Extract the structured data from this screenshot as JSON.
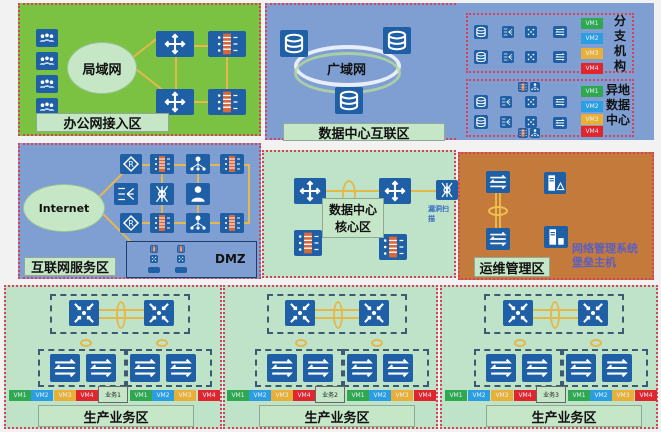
{
  "diagram": {
    "type": "network-architecture",
    "zones": {
      "office": {
        "label": "办公网接入区",
        "cloud": "局域网",
        "color": "#7cc242"
      },
      "dci": {
        "label": "数据中心互联区",
        "cloud": "广域网",
        "color": "#7f9fd3"
      },
      "branch": {
        "label": "分支机构",
        "vms": [
          "VM1",
          "VM2",
          "VM3",
          "VM4"
        ]
      },
      "remote_dc": {
        "label": "异地数据中心",
        "vms": [
          "VM1",
          "VM2",
          "VM3",
          "VM4"
        ]
      },
      "internet": {
        "label": "互联网服务区",
        "cloud": "Internet",
        "dmz": "DMZ",
        "color": "#7f9fd3"
      },
      "core": {
        "label_line1": "数据中心",
        "label_line2": "核心区",
        "scanner_label": "漏洞扫描",
        "color": "#bfe3c9"
      },
      "ops": {
        "label": "运维管理区",
        "nms_line1": "网络管理系统",
        "nms_line2": "堡垒主机",
        "color": "#c47a3b"
      }
    },
    "production": [
      {
        "label": "生产业务区",
        "business": "业务1",
        "vms_left": [
          "VM1",
          "VM2",
          "VM3",
          "VM4"
        ],
        "vms_right": [
          "VM1",
          "VM2",
          "VM3",
          "VM4"
        ]
      },
      {
        "label": "生产业务区",
        "business": "业务2",
        "vms_left": [
          "VM1",
          "VM2",
          "VM3",
          "VM4"
        ],
        "vms_right": [
          "VM1",
          "VM2",
          "VM3",
          "VM4"
        ]
      },
      {
        "label": "生产业务区",
        "business": "业务3",
        "vms_left": [
          "VM1",
          "VM2",
          "VM3",
          "VM4"
        ],
        "vms_right": [
          "VM1",
          "VM2",
          "VM3",
          "VM4"
        ]
      }
    ],
    "colors": {
      "zone_border": "#d9415a",
      "device": "#1e5fa6",
      "link": "#e4b84a",
      "vm_green": "#2fa84f",
      "vm_blue": "#2a9ee0",
      "vm_yellow": "#e8b036",
      "vm_red": "#e0252d"
    }
  }
}
